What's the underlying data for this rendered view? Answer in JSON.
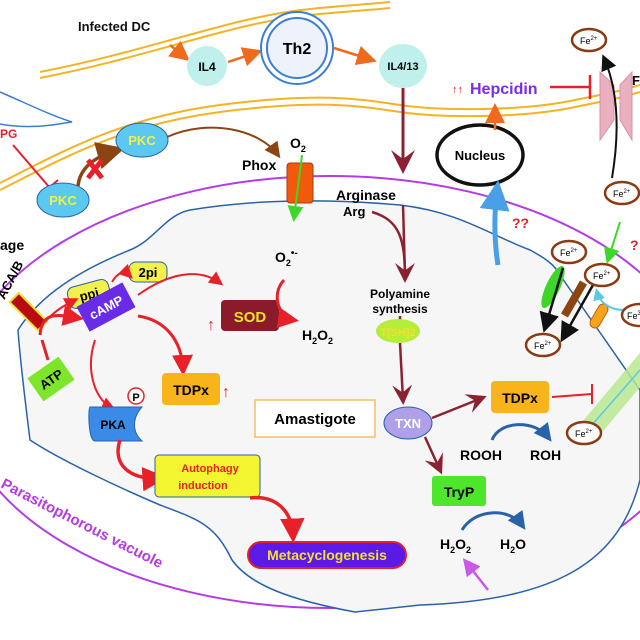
{
  "labels": {
    "infected_dc": "Infected DC",
    "il4": "IL4",
    "th2": "Th2",
    "il4_13": "IL4/13",
    "hepcidin_up": "↑↑",
    "hepcidin": "Hepcidin",
    "nucleus": "Nucleus",
    "ferroportin": "F",
    "lpg": "PG",
    "pkc_top": "PKC",
    "pkc_bottom": "PKC",
    "phox": "Phox",
    "o2": "O",
    "o2_sub": "2",
    "arginase": "Arginase",
    "arg": "Arg",
    "question_marks": "??",
    "question_mark_right": "?",
    "macrophage": "age",
    "aca_b": "ACA/B",
    "ppi": "ppi",
    "two_pi": "2pi",
    "camp": "cAMP",
    "atp": "ATP",
    "superoxide": "O",
    "superoxide_sub": "2",
    "superoxide_sup": "•-",
    "sod": "SOD",
    "up_arrow": "↑",
    "h2o2_top": "H",
    "h2o2_top_2": "2",
    "h2o2_top_o": "O",
    "h2o2_top_3": "2",
    "polyamine": "Polyamine",
    "synthesis": "synthesis",
    "tsh2": "T[SH]2",
    "tdpx_left": "TDPx",
    "pka": "PKA",
    "p": "P",
    "amastigote": "Amastigote",
    "txn": "TXN",
    "tdpx_right": "TDPx",
    "rooh": "ROOH",
    "roh": "ROH",
    "tryp": "TryP",
    "h2o2_h": "H",
    "h2o2_2a": "2",
    "h2o2_o": "O",
    "h2o2_2b": "2",
    "h2o_h": "H",
    "h2o_2": "2",
    "h2o_o": "O",
    "autophagy_1": "Autophagy",
    "autophagy_2": "induction",
    "metacyclogenesis": "Metacyclogenesis",
    "vacuole": "Parasitophorous vacuole",
    "fe": "Fe",
    "fe2": "2+",
    "fe3": "3"
  },
  "colors": {
    "membrane": "#f5b323",
    "vacuole": "#b43ce6",
    "amastigote_outline": "#2a62a8",
    "inhibit": "#e8202a",
    "pathway": "#8b2232",
    "hepcidin": "#7a2be6",
    "iron_ring": "#8b3a12"
  }
}
